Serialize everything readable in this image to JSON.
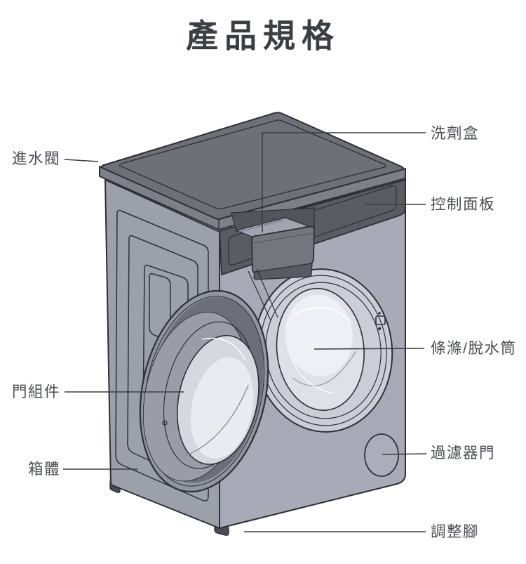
{
  "title": "產品規格",
  "diagram_subject": "front-load-washing-machine",
  "labels": {
    "water_inlet_valve": {
      "text": "進水閥",
      "side": "left"
    },
    "detergent_box": {
      "text": "洗劑盒",
      "side": "right"
    },
    "control_panel": {
      "text": "控制面板",
      "side": "right"
    },
    "wash_spin_drum": {
      "text": "條滌/脫水筒",
      "side": "right"
    },
    "door_assembly": {
      "text": "門組件",
      "side": "left"
    },
    "filter_door": {
      "text": "過濾器門",
      "side": "right"
    },
    "cabinet": {
      "text": "箱體",
      "side": "left"
    },
    "adjustable_feet": {
      "text": "調整腳",
      "side": "right"
    }
  },
  "colors": {
    "background": "#ffffff",
    "outline_ink": "#2e3036",
    "title_text": "#3c3e45",
    "label_text": "#4a4d53",
    "leader_line": "#3c3e44",
    "body_front": "#a8abb7",
    "body_side": "#9ca0ab",
    "lid_top": "#6e6f77",
    "control_panel": "#5b5c63",
    "door_glass": "#d6d8e0"
  }
}
